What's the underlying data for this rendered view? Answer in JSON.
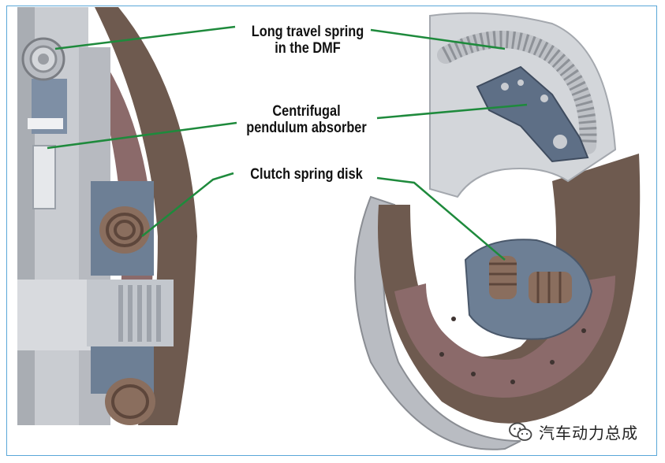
{
  "labels": {
    "long_travel_spring_line1": "Long travel spring",
    "long_travel_spring_line2": "in the DMF",
    "centrifugal_line1": "Centrifugal",
    "centrifugal_line2": "pendulum absorber",
    "clutch_spring_disk": "Clutch spring disk"
  },
  "watermark": {
    "text": "汽车动力总成",
    "icon": "wechat-icon"
  },
  "colors": {
    "leader_line": "#1e8a3c",
    "housing_grey": "#c9ccd1",
    "housing_dark": "#8a8d93",
    "flywheel_brown": "#6e5a4f",
    "friction_lining": "#8b6a6a",
    "spring_copper": "#8a6e5e",
    "hub_blue": "#6d7f95",
    "frame_border": "#5aa7d8"
  }
}
